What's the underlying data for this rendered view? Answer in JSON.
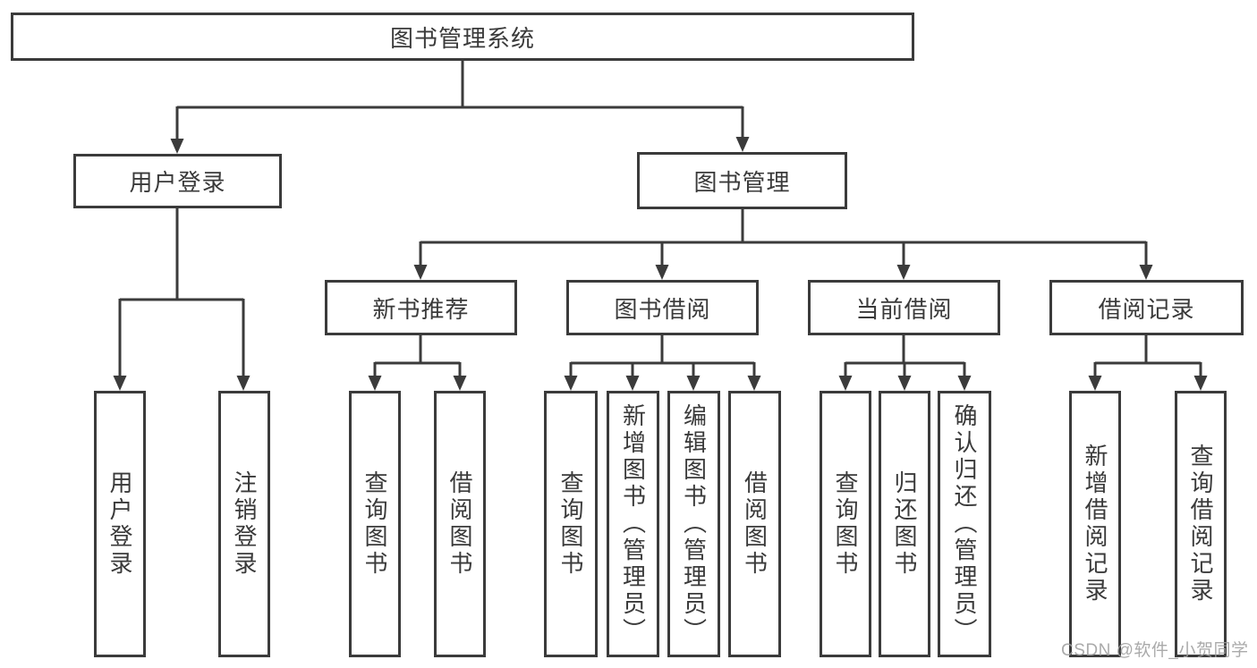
{
  "diagram": {
    "root": "图书管理系统",
    "level2": {
      "user_login": "用户登录",
      "book_mgmt": "图书管理"
    },
    "level3": {
      "new_books": "新书推荐",
      "book_borrow": "图书借阅",
      "current_borrow": "当前借阅",
      "borrow_records": "借阅记录"
    },
    "leaves": {
      "user": [
        "用户登录",
        "注销登录"
      ],
      "new_books": [
        "查询图书",
        "借阅图书"
      ],
      "book_borrow": [
        "查询图书",
        "新增图书（管理员）",
        "编辑图书（管理员）",
        "借阅图书"
      ],
      "current_borrow": [
        "查询图书",
        "归还图书",
        "确认归还（管理员）"
      ],
      "borrow_records": [
        "新增借阅记录",
        "查询借阅记录"
      ]
    }
  },
  "watermark": {
    "text": "CSDN @软件_小贺同学"
  },
  "colors": {
    "line": "#3b3b3b",
    "text": "#3a3a3a",
    "watermark": "#9e9e9e",
    "background": "#ffffff"
  }
}
